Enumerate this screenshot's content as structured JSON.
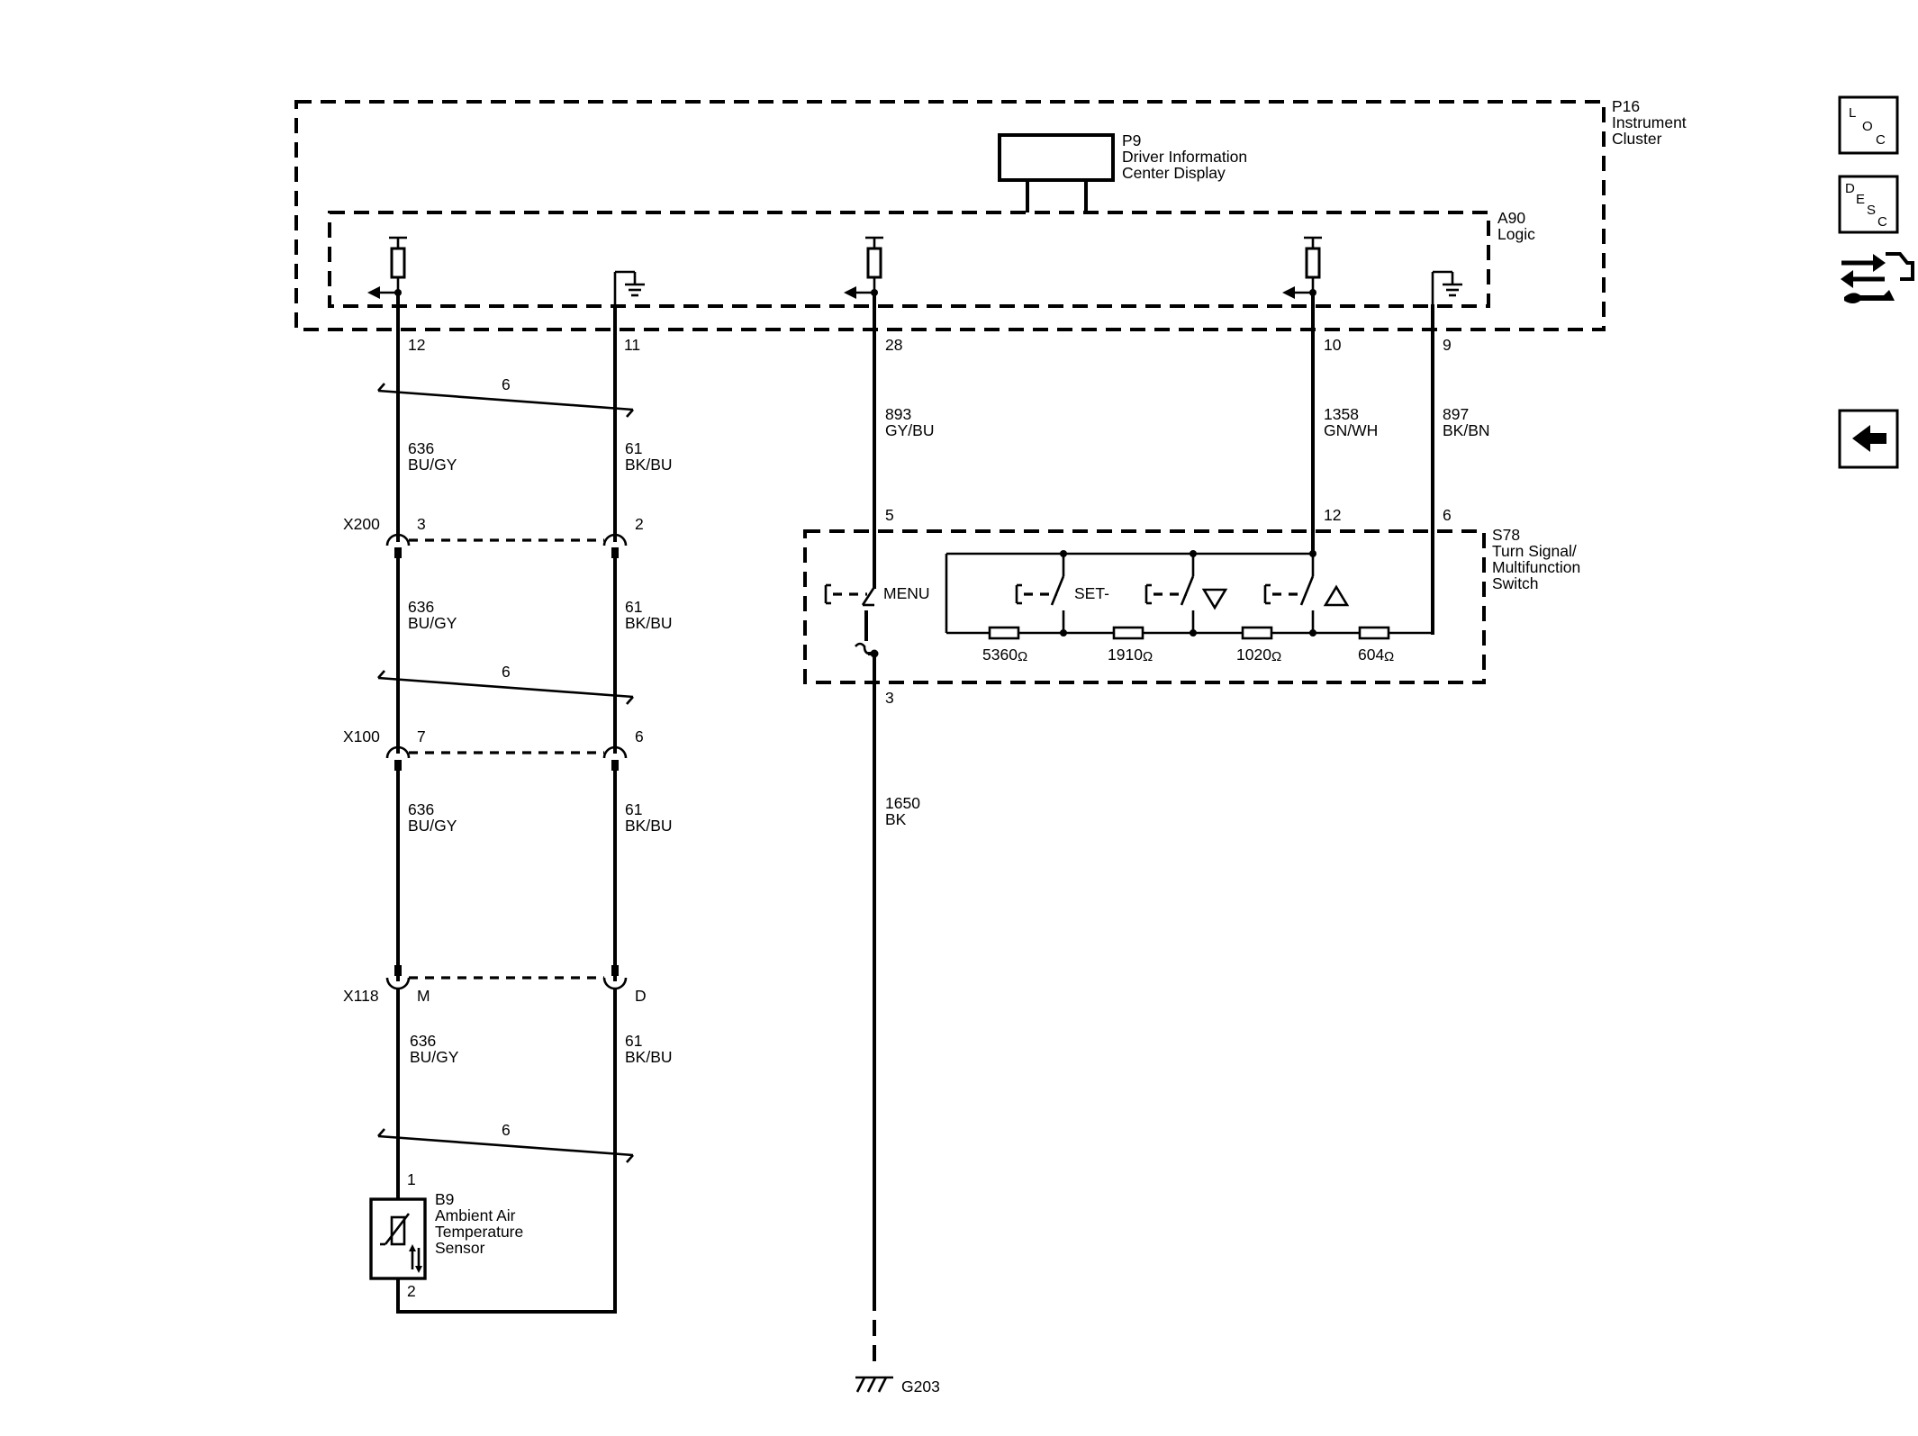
{
  "modules": {
    "p16": {
      "id": "P16",
      "line1": "Instrument",
      "line2": "Cluster"
    },
    "p9": {
      "id": "P9",
      "line1": "Driver Information",
      "line2": "Center Display"
    },
    "a90": {
      "id": "A90",
      "line1": "Logic"
    },
    "s78": {
      "id": "S78",
      "line1": "Turn Signal/",
      "line2": "Multifunction",
      "line3": "Switch"
    },
    "b9": {
      "id": "B9",
      "line1": "Ambient Air",
      "line2": "Temperature",
      "line3": "Sensor"
    }
  },
  "pins": {
    "a90_12": "12",
    "a90_11": "11",
    "a90_28": "28",
    "a90_10": "10",
    "a90_9": "9",
    "s78_5": "5",
    "s78_12": "12",
    "s78_6": "6",
    "s78_3": "3",
    "b9_1": "1",
    "b9_2": "2"
  },
  "circuits": {
    "c636_1": {
      "num": "636",
      "color": "BU/GY"
    },
    "c61_1": {
      "num": "61",
      "color": "BK/BU"
    },
    "c636_2": {
      "num": "636",
      "color": "BU/GY"
    },
    "c61_2": {
      "num": "61",
      "color": "BK/BU"
    },
    "c636_3": {
      "num": "636",
      "color": "BU/GY"
    },
    "c61_3": {
      "num": "61",
      "color": "BK/BU"
    },
    "c636_4": {
      "num": "636",
      "color": "BU/GY"
    },
    "c61_4": {
      "num": "61",
      "color": "BK/BU"
    },
    "c893": {
      "num": "893",
      "color": "GY/BU"
    },
    "c1358": {
      "num": "1358",
      "color": "GN/WH"
    },
    "c897": {
      "num": "897",
      "color": "BK/BN"
    },
    "c1650": {
      "num": "1650",
      "color": "BK"
    }
  },
  "twisted_pair_label": "6",
  "connectors": {
    "x200": {
      "id": "X200",
      "pin_a": "3",
      "pin_b": "2"
    },
    "x100": {
      "id": "X100",
      "pin_a": "7",
      "pin_b": "6"
    },
    "x118": {
      "id": "X118",
      "pin_a": "M",
      "pin_b": "D"
    }
  },
  "switch_labels": {
    "menu": "MENU",
    "set": "SET-"
  },
  "resistors": [
    "5360",
    "1910",
    "1020",
    "604"
  ],
  "ohm_symbol": "Ω",
  "ground": {
    "id": "G203"
  },
  "nav": {
    "loc": [
      "L",
      "O",
      "C"
    ],
    "desc": [
      "D",
      "E",
      "S",
      "C"
    ],
    "connector_icon": "connector-end-view-icon",
    "back_icon": "back-arrow-icon"
  }
}
